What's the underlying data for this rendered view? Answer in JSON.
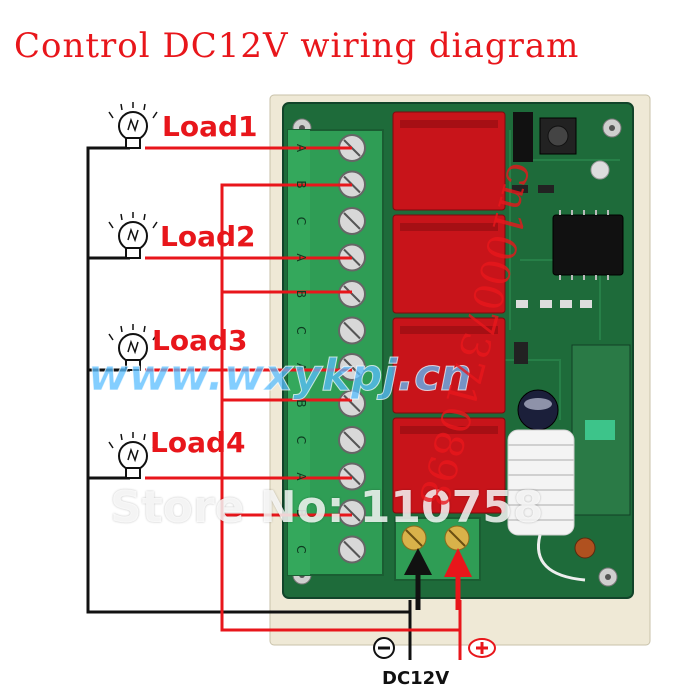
{
  "title": "Control DC12V wiring diagram",
  "loads": [
    "Load1",
    "Load2",
    "Load3",
    "Load4"
  ],
  "terminal_labels": [
    "A",
    "B",
    "C",
    "A",
    "B",
    "C",
    "A",
    "B",
    "C",
    "A",
    "B",
    "C"
  ],
  "power": {
    "label": "DC12V",
    "negative_symbol": "−",
    "positive_symbol": "+"
  },
  "watermarks": {
    "site": "www.wxykpj.cn",
    "store": "Store No: 110758",
    "vertical": "cn100073710898"
  },
  "colors": {
    "wire_red": "#e8161b",
    "wire_black": "#111111",
    "board_green": "#1e6b3a",
    "terminal_green": "#2f9d55",
    "relay_red": "#c8141a"
  }
}
